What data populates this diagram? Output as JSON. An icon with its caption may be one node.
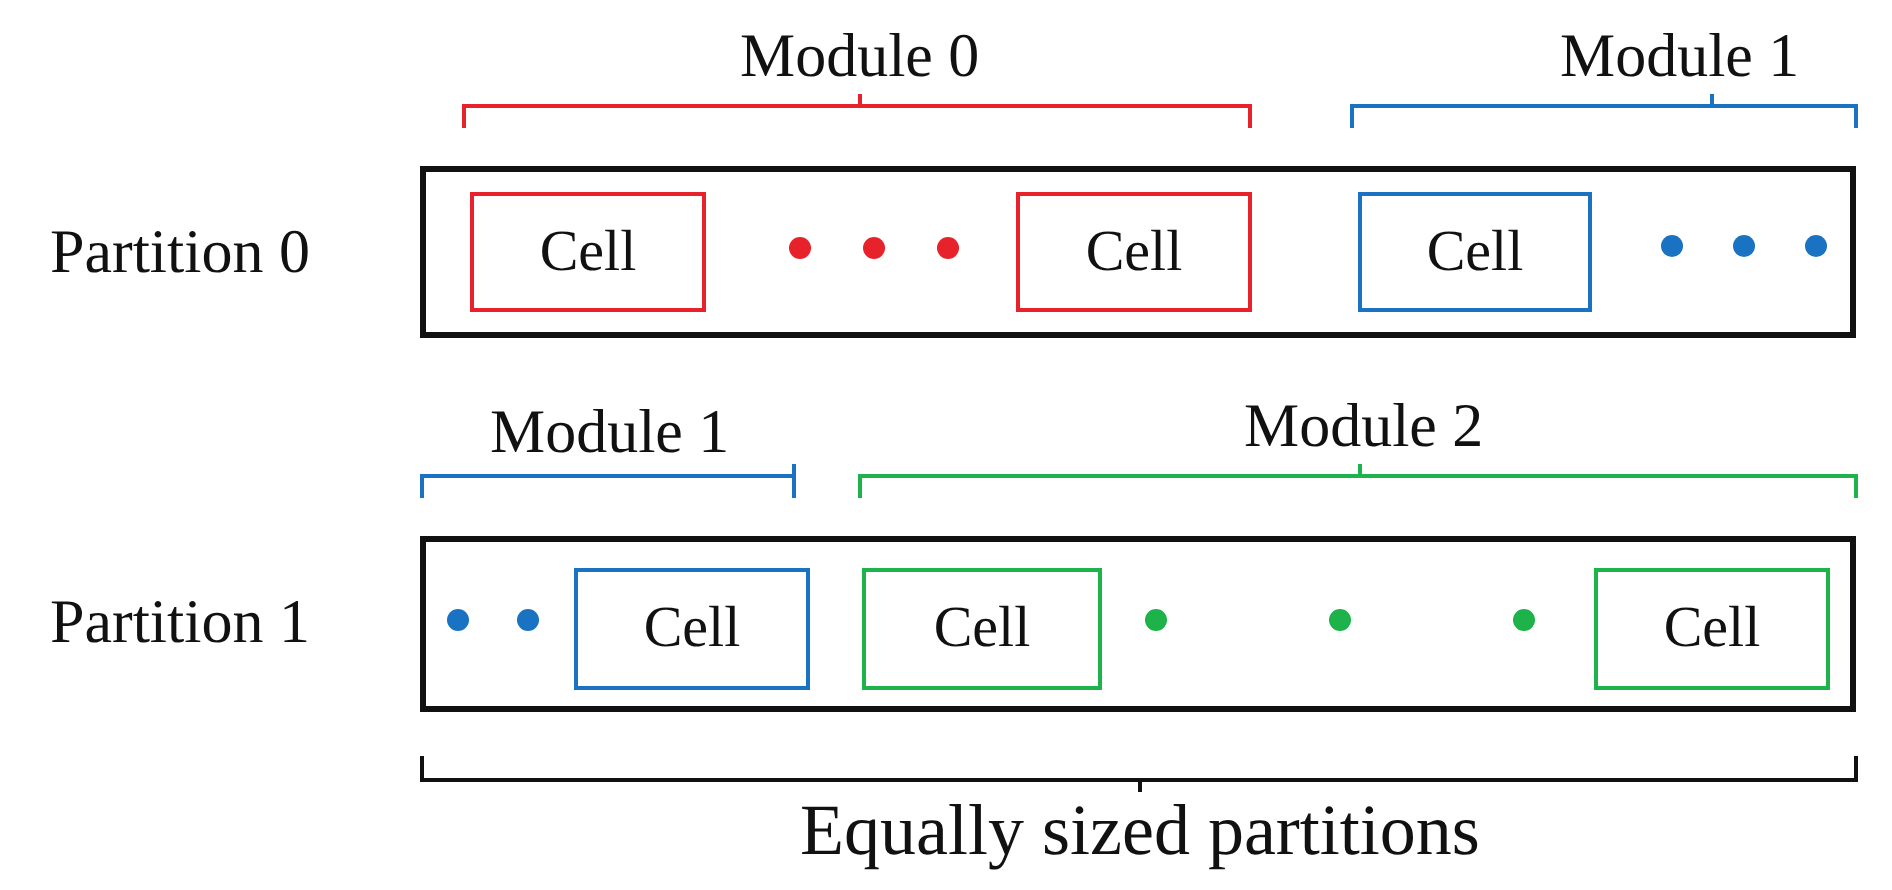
{
  "diagram": {
    "nodes": [
      {
        "text": [
          "Partition 0"
        ]
      },
      {
        "text": [
          "Cell"
        ],
        "in": 0
      },
      {
        "text": [
          "Cell"
        ],
        "in": 0
      },
      {
        "text": [
          "Cell"
        ],
        "in": 0
      },
      {
        "text": [
          "Partition 1"
        ]
      },
      {
        "text": [
          "Cell"
        ],
        "in": 4
      },
      {
        "text": [
          "Cell"
        ],
        "in": 4
      },
      {
        "text": [
          "Cell"
        ],
        "in": 4
      }
    ],
    "labels": [
      "Module 0",
      "Module 1",
      "Module 1",
      "Module 2",
      "Equally sized partitions"
    ]
  }
}
